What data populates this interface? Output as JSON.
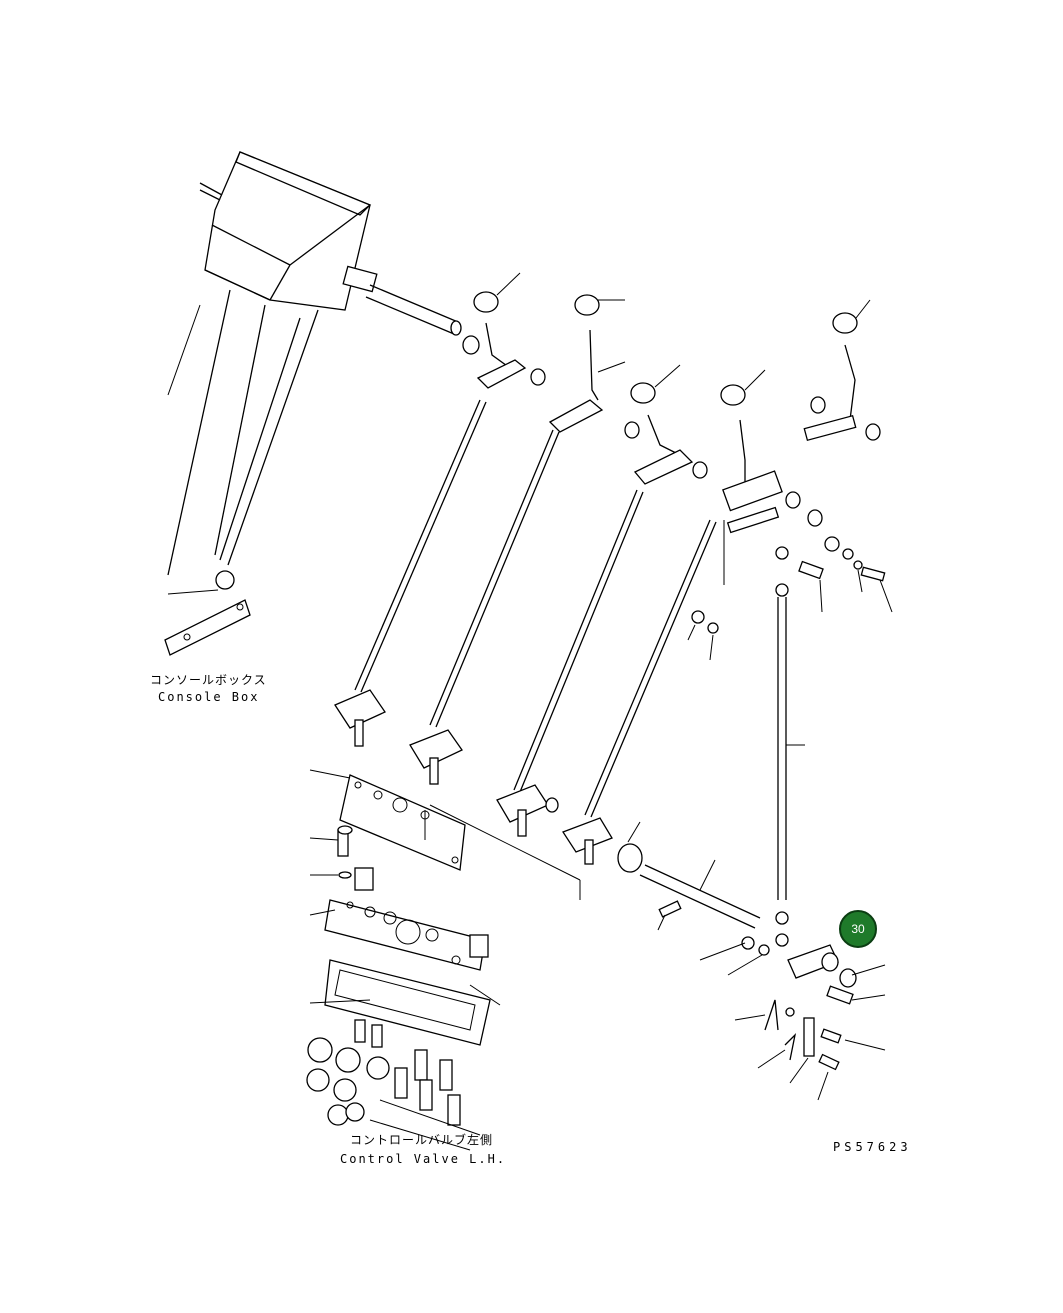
{
  "labels": {
    "console_box_ja": "コンソールボックス",
    "console_box_en": "Console Box",
    "control_valve_ja": "コントロールバルブ左側",
    "control_valve_en": "Control Valve L.H.",
    "drawing_number": "PS57623"
  },
  "callout": {
    "number": "30",
    "color": "#1f7a2a"
  }
}
